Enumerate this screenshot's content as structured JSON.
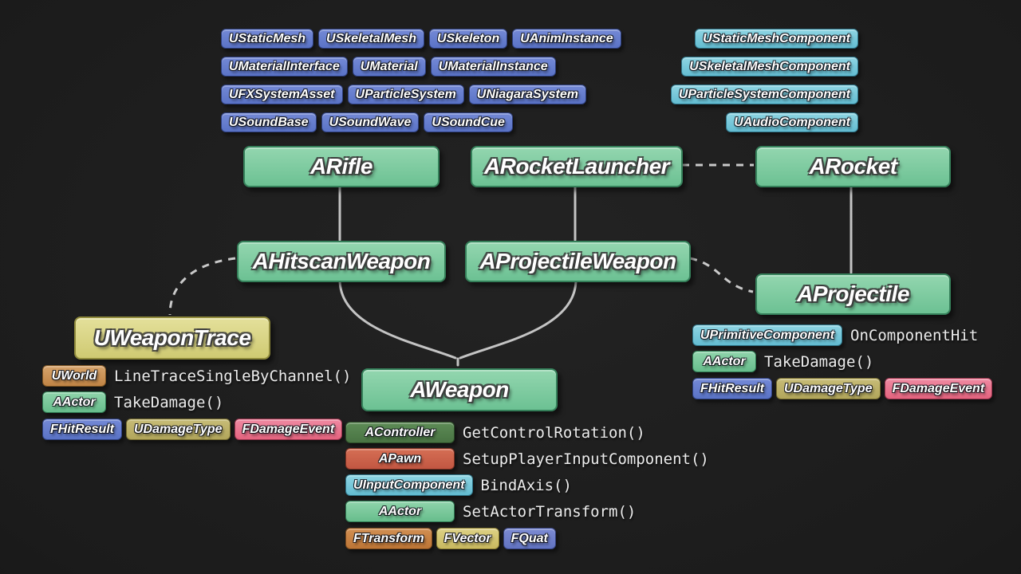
{
  "palette": {
    "background": "#1b1b1b",
    "blue": "#6079c9",
    "teal": "#74c6d8",
    "green": "#74c79a",
    "yellow": "#d9d488",
    "orange": "#c8945a",
    "dark_green": "#51804c",
    "red": "#cb604a",
    "brown": "#c58043",
    "gold": "#d3c472",
    "khaki": "#bcb068",
    "periwinkle": "#6f7fc9",
    "pink": "#e97390",
    "connector_line": "#c4c4c4"
  },
  "asset_classes": {
    "rows": [
      [
        "UStaticMesh",
        "USkeletalMesh",
        "USkeleton",
        "UAnimInstance"
      ],
      [
        "UMaterialInterface",
        "UMaterial",
        "UMaterialInstance"
      ],
      [
        "UFXSystemAsset",
        "UParticleSystem",
        "UNiagaraSystem"
      ],
      [
        "USoundBase",
        "USoundWave",
        "USoundCue"
      ]
    ]
  },
  "component_classes": {
    "items": [
      "UStaticMeshComponent",
      "USkeletalMeshComponent",
      "UParticleSystemComponent",
      "UAudioComponent"
    ]
  },
  "classes": {
    "arifle": "ARifle",
    "arocket_launcher": "ARocketLauncher",
    "arocket": "ARocket",
    "ahitscan_weapon": "AHitscanWeapon",
    "aprojectile_weapon": "AProjectileWeapon",
    "aprojectile": "AProjectile",
    "aweapon": "AWeapon",
    "uweapon_trace": "UWeaponTrace"
  },
  "weapon_trace_details": {
    "rows": [
      {
        "badge": "UWorld",
        "code": "LineTraceSingleByChannel()"
      },
      {
        "badge": "AActor",
        "code": "TakeDamage()"
      }
    ],
    "type_badges": [
      "FHitResult",
      "UDamageType",
      "FDamageEvent"
    ]
  },
  "aweapon_details": {
    "rows": [
      {
        "badge": "AController",
        "code": "GetControlRotation()"
      },
      {
        "badge": "APawn",
        "code": "SetupPlayerInputComponent()"
      },
      {
        "badge": "UInputComponent",
        "code": "BindAxis()"
      },
      {
        "badge": "AActor",
        "code": "SetActorTransform()"
      }
    ],
    "type_badges": [
      "FTransform",
      "FVector",
      "FQuat"
    ]
  },
  "projectile_details": {
    "rows": [
      {
        "badge": "UPrimitiveComponent",
        "code": "OnComponentHit"
      },
      {
        "badge": "AActor",
        "code": "TakeDamage()"
      }
    ],
    "type_badges": [
      "FHitResult",
      "UDamageType",
      "FDamageEvent"
    ]
  }
}
